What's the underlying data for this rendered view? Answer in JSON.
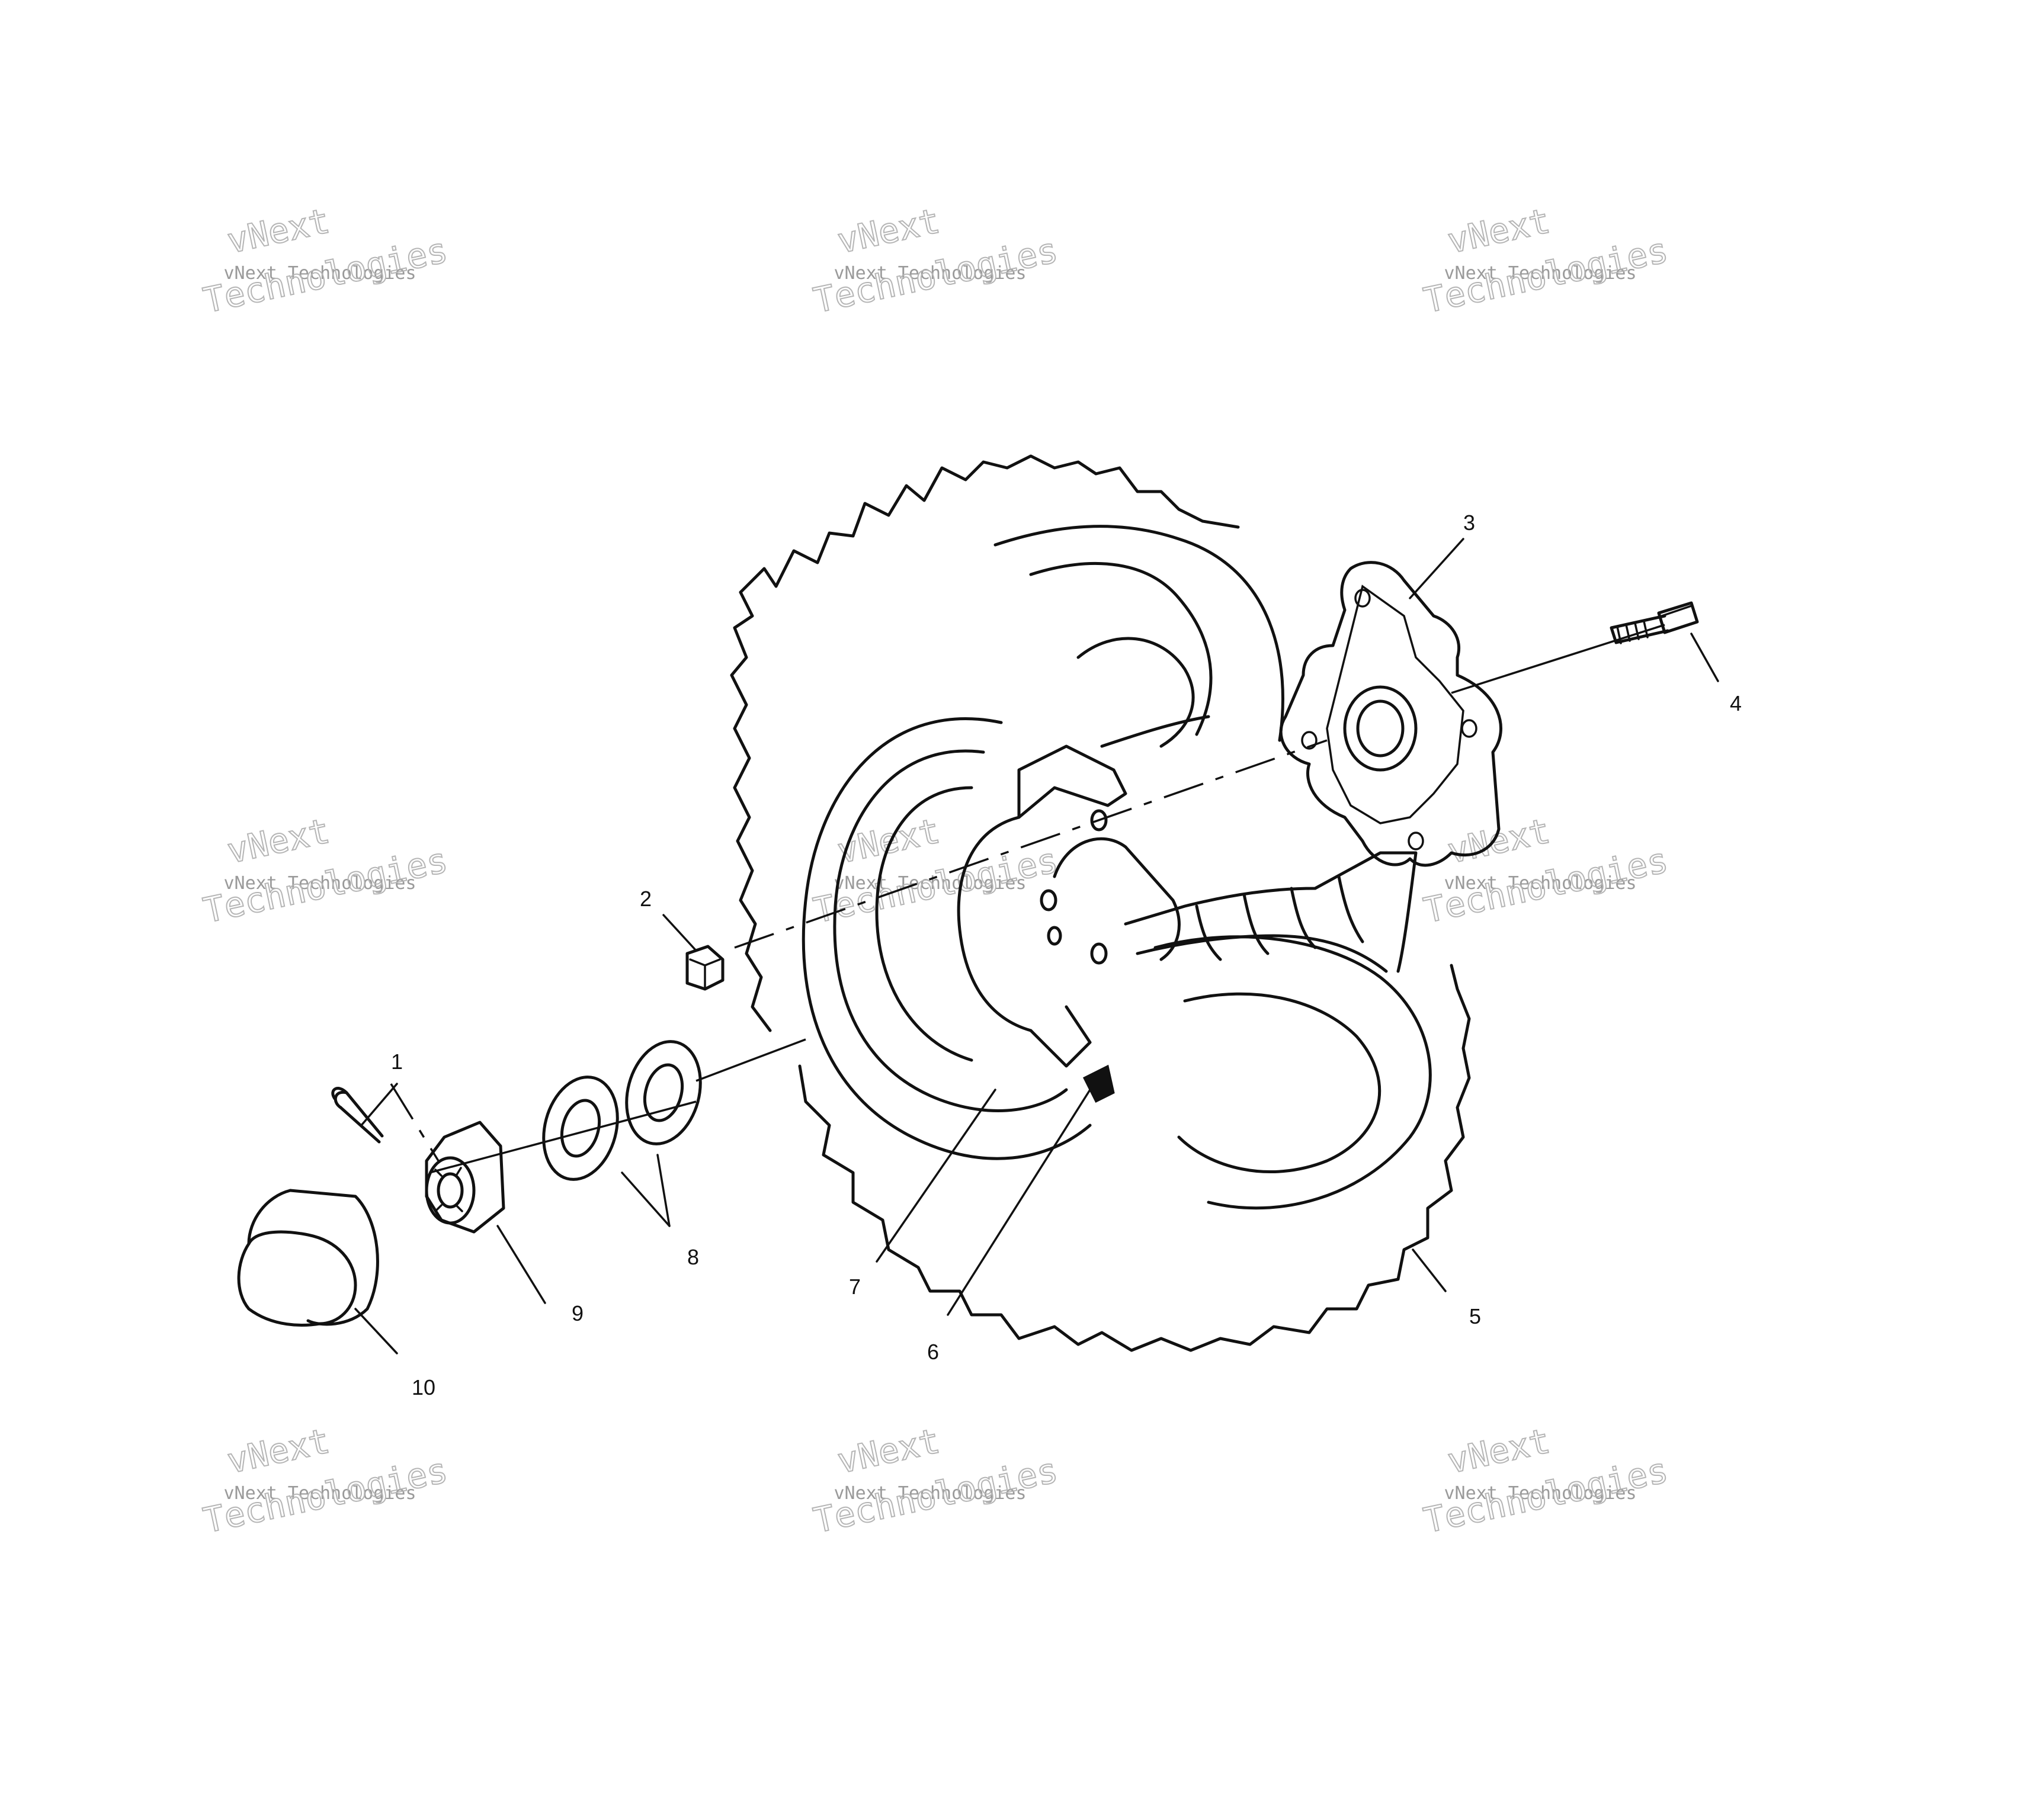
{
  "callouts": [
    {
      "id": "1"
    },
    {
      "id": "2"
    },
    {
      "id": "3"
    },
    {
      "id": "4"
    },
    {
      "id": "5"
    },
    {
      "id": "6"
    },
    {
      "id": "7"
    },
    {
      "id": "8"
    },
    {
      "id": "9"
    },
    {
      "id": "10"
    }
  ],
  "watermark": {
    "brand": "vNext",
    "line1": "vNext Technologies",
    "line2": "Technologies"
  },
  "colors": {
    "ink": "#111111",
    "watermark": "#9a9a9a",
    "background": "#ffffff"
  }
}
